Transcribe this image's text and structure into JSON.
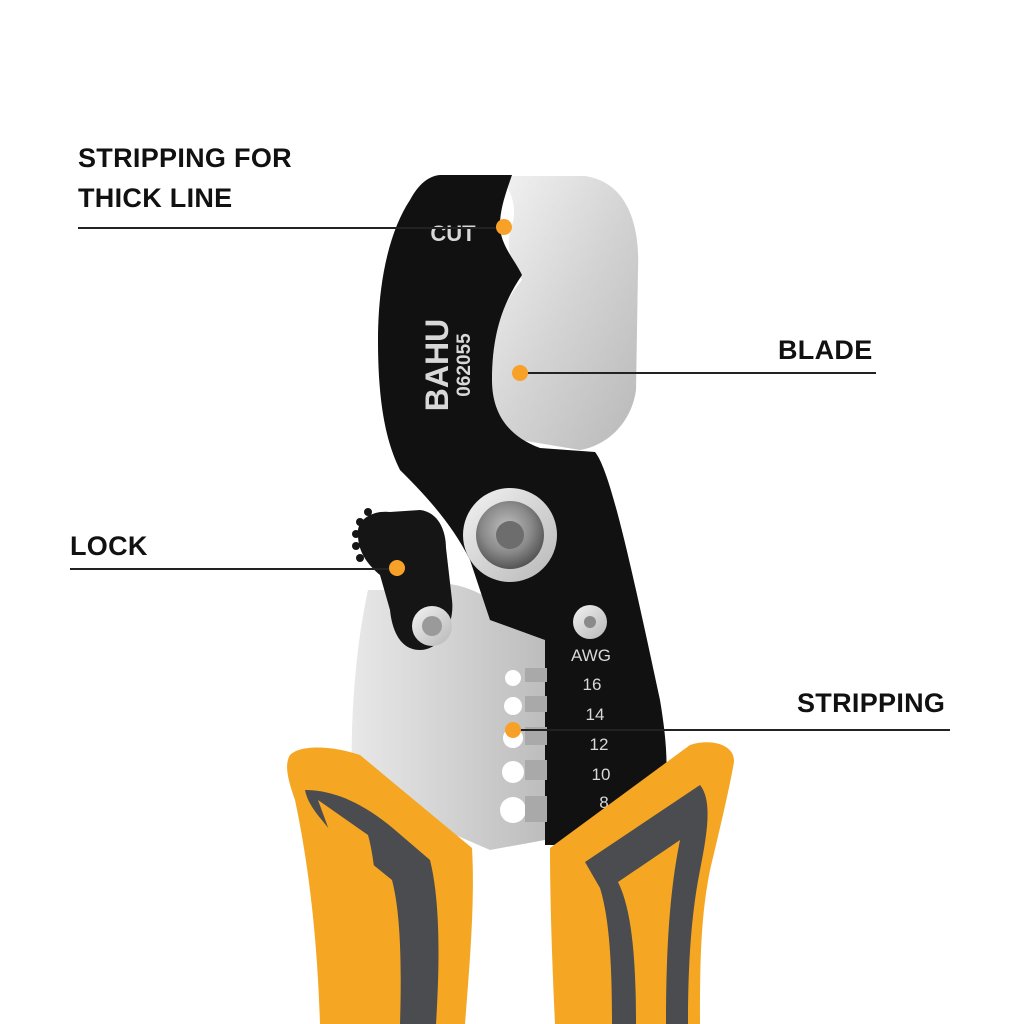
{
  "colors": {
    "accent": "#F7A128",
    "handle_yellow": "#F5A623",
    "handle_gray": "#4A4C4F",
    "body_black": "#111111",
    "blade_silver": "#D9D9D9",
    "text_dark": "#111111"
  },
  "callouts": {
    "stripping_thick": {
      "line1": "STRIPPING FOR",
      "line2": "THICK LINE"
    },
    "blade": {
      "label": "BLADE"
    },
    "lock": {
      "label": "LOCK"
    },
    "stripping": {
      "label": "STRIPPING"
    }
  },
  "tool": {
    "brand": "BAHU",
    "model": "062055",
    "cut_text": "CUT",
    "awg_label": "AWG",
    "awg_sizes": [
      "16",
      "14",
      "12",
      "10",
      "8"
    ]
  }
}
